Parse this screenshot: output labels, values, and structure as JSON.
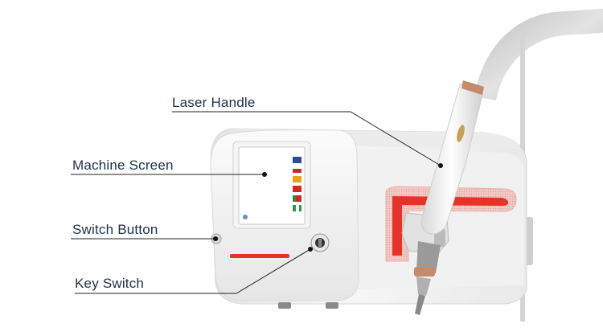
{
  "callouts": {
    "laser_handle": "Laser Handle",
    "machine_screen": "Machine Screen",
    "switch_button": "Switch Button",
    "key_switch": "Key Switch"
  },
  "screen": {
    "flags": [
      "uk",
      "ru",
      "es",
      "cn",
      "pt",
      "it"
    ]
  },
  "colors": {
    "label_text": "#1f2f4a",
    "leader_line": "#222222",
    "device_body": "#f3f3f3",
    "accent_red": "#e6332a",
    "cable": "#c9c9c9",
    "rose_gold": "#c58a6a"
  }
}
